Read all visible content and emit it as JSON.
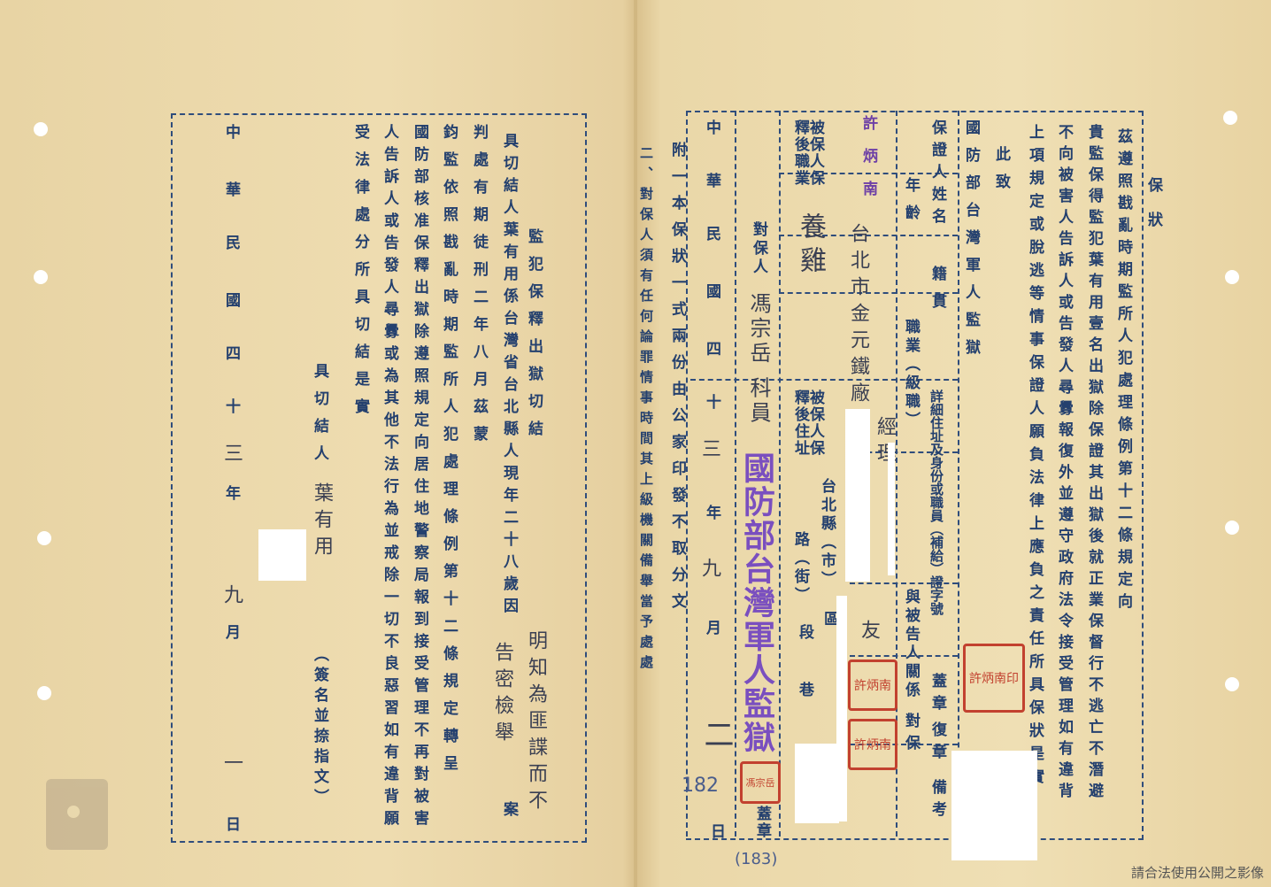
{
  "left_page": {
    "title": "監犯保釋出獄切結",
    "lines": [
      "具切結人葉有用係台灣省台北縣人現年二十八歲因",
      "判處有期徒刑二年八月茲蒙",
      "鈞監依照戡亂時期監所人犯處理條例第十二條規定轉呈",
      "國防部核准保釋出獄除遵照規定向居住地警察局報到接受管理不再對被害",
      "人告訴人或告發人尋釁或為其他不法行為並戒除一切不良惡習如有違背願",
      "受法律處分所具切結是實"
    ],
    "handwritten_charge": [
      "明知為匪諜而不",
      "告密檢舉"
    ],
    "case_suffix": "案",
    "signer_label": "具切結人",
    "signer_name": "葉有用",
    "sign_note": "（簽名並捺指文）",
    "date": [
      "中",
      "華",
      "民",
      "國",
      "四",
      "十",
      "三",
      "年",
      "九",
      "月",
      "一",
      "日"
    ]
  },
  "right_page": {
    "title": "保狀",
    "lines": [
      "茲遵照戡亂時期監所人犯處理條例第十二條規定向",
      "貴監保得監犯葉有用壹名出獄除保證其出獄後就正業保督行不逃亡不潛避",
      "不向被害人告訴人或告發人尋釁報復外並遵守政府法令接受管理如有違背",
      "上項規定或脫逃等情事保證人願負法律上應負之責任所具保狀是實"
    ],
    "salutation": "此致",
    "addressee": "國防部台灣軍人監獄",
    "table": {
      "name_label": "保證人姓名",
      "age_label": "年齡",
      "native_label": "籍貫",
      "job_label": "職業（級職）",
      "address_label": "詳細住址及身份或職員（補給）證字號",
      "relation_label": "與被告人關係",
      "seal_label": "蓋章",
      "verify_label": "對保",
      "reseal_label": "復章",
      "remark_label": "備考",
      "guarantor_name": "許炳南",
      "address_handwritten": "台北市金元鐵廠",
      "job_handwritten": "經理",
      "relation_handwritten": "友"
    },
    "after_release_job_label": "被保人保釋後職業",
    "after_release_job": "養雞",
    "after_release_addr_label": "被保人保釋後住址",
    "addr_parts": [
      "台北縣（市）",
      "路（街）",
      "區",
      "段",
      "巷"
    ],
    "verifier_label": "對保人",
    "verifier_seal_label": "蓋章",
    "verifier_stamp": "國防部台灣軍人監獄",
    "verifier_handwritten": "馮宗岳 科員",
    "date": [
      "中",
      "華",
      "民",
      "國",
      "四",
      "十",
      "三",
      "年",
      "九",
      "月",
      "二",
      "日"
    ],
    "notes": [
      "附一本保狀一式兩份由公家印發不取分文",
      "二、對保人須有任何論罪情事時間其上級機關備舉當予處處"
    ],
    "page_number": "182",
    "page_number_below": "(183)"
  },
  "seals": [
    "許炳南",
    "許炳南",
    "許炳南印",
    "馮宗岳"
  ],
  "watermark": "請合法使用公開之影像",
  "colors": {
    "paper": "#ead7a8",
    "ink": "#24406e",
    "seal": "#c2412f",
    "stamp": "#7a4fbf"
  }
}
